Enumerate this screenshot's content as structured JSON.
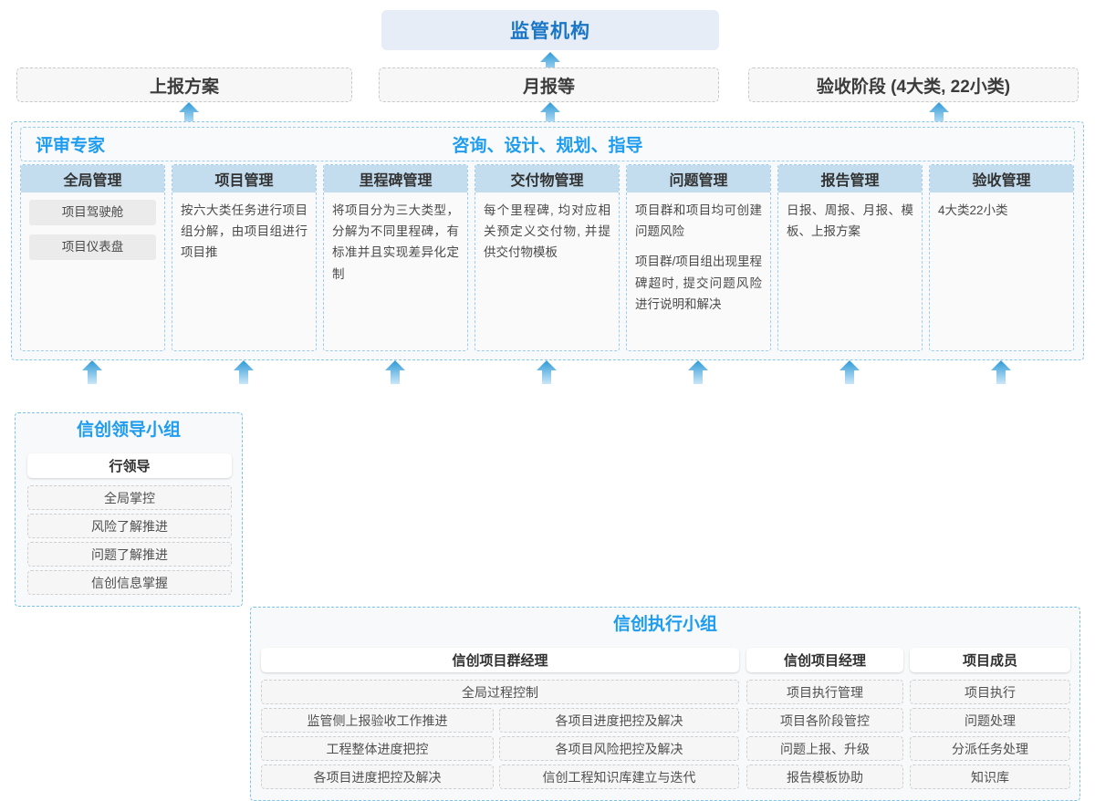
{
  "top": {
    "regulator": "监管机构",
    "reports": [
      {
        "label": "上报方案"
      },
      {
        "label": "月报等"
      },
      {
        "label": "验收阶段 (4大类, 22小类)"
      }
    ]
  },
  "middle": {
    "label_left": "评审专家",
    "label_center": "咨询、设计、规划、指导",
    "columns": [
      {
        "title": "全局管理",
        "chips": [
          "项目驾驶舱",
          "项目仪表盘"
        ],
        "paragraphs": []
      },
      {
        "title": "项目管理",
        "chips": [],
        "paragraphs": [
          "按六大类任务进行项目组分解，由项目组进行项目推"
        ]
      },
      {
        "title": "里程碑管理",
        "chips": [],
        "paragraphs": [
          "将项目分为三大类型，分解为不同里程碑，有标准并且实现差异化定制"
        ]
      },
      {
        "title": "交付物管理",
        "chips": [],
        "paragraphs": [
          "每个里程碑, 均对应相关预定义交付物, 并提供交付物模板"
        ]
      },
      {
        "title": "问题管理",
        "chips": [],
        "paragraphs": [
          "项目群和项目均可创建问题风险",
          "项目群/项目组出现里程碑超时, 提交问题风险进行说明和解决"
        ]
      },
      {
        "title": "报告管理",
        "chips": [],
        "paragraphs": [
          "日报、周报、月报、模板、上报方案"
        ]
      },
      {
        "title": "验收管理",
        "chips": [],
        "paragraphs": [
          "4大类22小类"
        ]
      }
    ]
  },
  "bottom": {
    "leader_group": {
      "title": "信创领导小组",
      "role": "行领导",
      "tasks": [
        "全局掌控",
        "风险了解推进",
        "问题了解推进",
        "信创信息掌握"
      ]
    },
    "exec_group": {
      "title": "信创执行小组",
      "program_manager": {
        "role": "信创项目群经理",
        "full_width_task": "全局过程控制",
        "left_tasks": [
          "监管侧上报验收工作推进",
          "工程整体进度把控",
          "各项目进度把控及解决"
        ],
        "right_tasks": [
          "各项目进度把控及解决",
          "各项目风险把控及解决",
          "信创工程知识库建立与迭代"
        ]
      },
      "project_manager": {
        "role": "信创项目经理",
        "tasks": [
          "项目执行管理",
          "项目各阶段管控",
          "问题上报、升级",
          "报告模板协助"
        ]
      },
      "members": {
        "role": "项目成员",
        "tasks": [
          "项目执行",
          "问题处理",
          "分派任务处理",
          "知识库"
        ]
      }
    }
  },
  "colors": {
    "accent_blue": "#1e9cf0",
    "regulator_bg": "#e7edf6",
    "column_head_bg": "#c3ddee",
    "arrow_top": "#2e9ad6",
    "arrow_bottom": "#c6e4f7"
  }
}
